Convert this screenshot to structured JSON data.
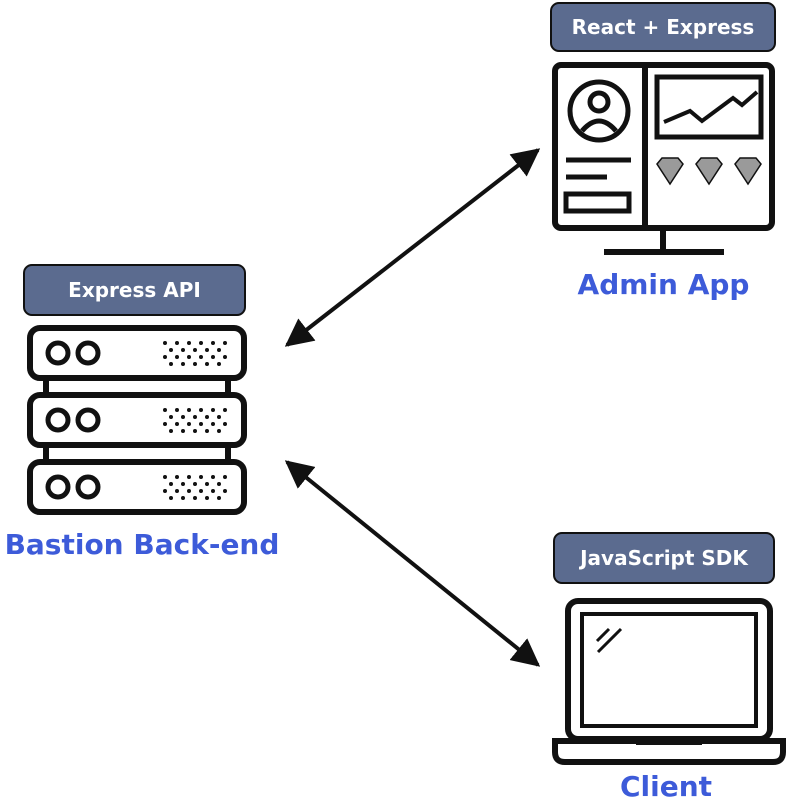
{
  "nodes": {
    "admin": {
      "badge": "React + Express",
      "label": "Admin App"
    },
    "backend": {
      "badge": "Express API",
      "label": "Bastion Back-end"
    },
    "client": {
      "badge": "JavaScript SDK",
      "label": "Client"
    }
  },
  "colors": {
    "badge_fill": "#5b6b8f",
    "label_text": "#3d5bd9",
    "stroke": "#111111"
  },
  "connections": [
    {
      "from": "backend",
      "to": "admin",
      "direction": "bidirectional"
    },
    {
      "from": "backend",
      "to": "client",
      "direction": "bidirectional"
    }
  ]
}
